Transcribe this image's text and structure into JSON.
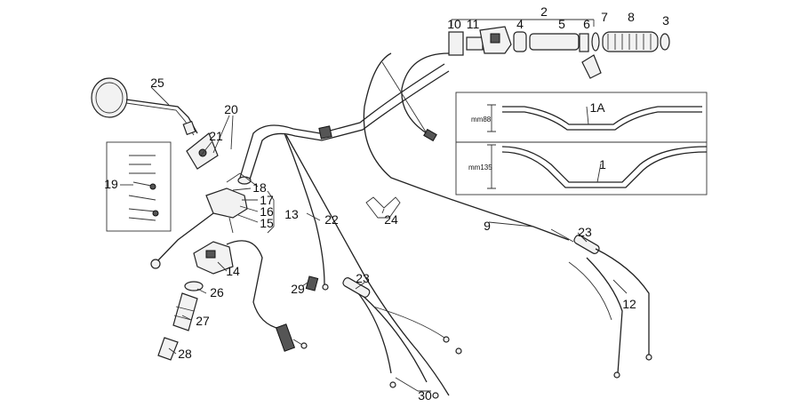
{
  "callouts": [
    {
      "id": "c2",
      "text": "2"
    },
    {
      "id": "c10",
      "text": "10"
    },
    {
      "id": "c11",
      "text": "11"
    },
    {
      "id": "c4",
      "text": "4"
    },
    {
      "id": "c5",
      "text": "5"
    },
    {
      "id": "c6",
      "text": "6"
    },
    {
      "id": "c7",
      "text": "7"
    },
    {
      "id": "c8",
      "text": "8"
    },
    {
      "id": "c3",
      "text": "3"
    },
    {
      "id": "c25",
      "text": "25"
    },
    {
      "id": "c20",
      "text": "20"
    },
    {
      "id": "c21",
      "text": "21"
    },
    {
      "id": "c19",
      "text": "19"
    },
    {
      "id": "c18",
      "text": "18"
    },
    {
      "id": "c17",
      "text": "17"
    },
    {
      "id": "c16",
      "text": "16"
    },
    {
      "id": "c15",
      "text": "15"
    },
    {
      "id": "c13",
      "text": "13"
    },
    {
      "id": "c22",
      "text": "22"
    },
    {
      "id": "c24",
      "text": "24"
    },
    {
      "id": "c9",
      "text": "9"
    },
    {
      "id": "c1A",
      "text": "1A"
    },
    {
      "id": "c1",
      "text": "1"
    },
    {
      "id": "c23a",
      "text": "23"
    },
    {
      "id": "c23b",
      "text": "23"
    },
    {
      "id": "c12",
      "text": "12"
    },
    {
      "id": "c14",
      "text": "14"
    },
    {
      "id": "c26",
      "text": "26"
    },
    {
      "id": "c27",
      "text": "27"
    },
    {
      "id": "c28",
      "text": "28"
    },
    {
      "id": "c29",
      "text": "29"
    },
    {
      "id": "c30",
      "text": "30"
    }
  ],
  "dimensions": {
    "upper": "mm88",
    "lower": "mm135"
  }
}
